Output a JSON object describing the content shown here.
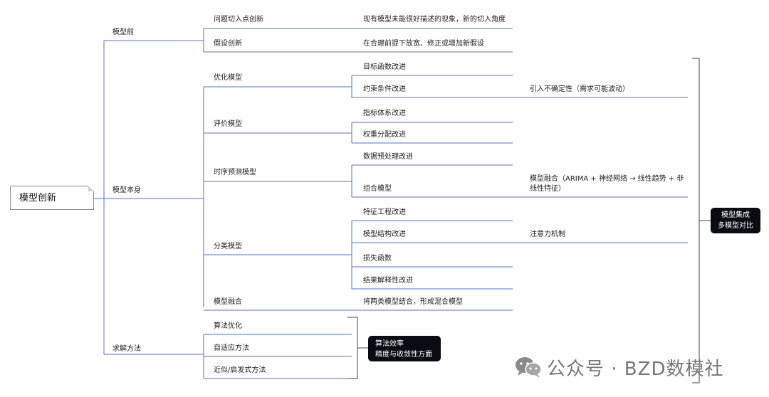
{
  "root": {
    "label": "模型创新"
  },
  "categories": {
    "before": "模型前",
    "self": "模型本身",
    "solving": "求解方法"
  },
  "before_items": [
    {
      "label": "问题切入点创新",
      "detail": "现有模型未能很好描述的现象，新的切入角度"
    },
    {
      "label": "假设创新",
      "detail": "在合理前提下放宽、修正或增加新假设"
    }
  ],
  "self_items": {
    "optimization": {
      "label": "优化模型",
      "children": [
        "目标函数改进",
        "约束条件改进"
      ],
      "note": "引入不确定性（需求可能波动）"
    },
    "evaluation": {
      "label": "评价模型",
      "children": [
        "指标体系改进",
        "权重分配改进"
      ]
    },
    "timeseries": {
      "label": "时序预测模型",
      "children": [
        "数据预处理改进",
        "组合模型"
      ],
      "note": "模型融合（ARIMA + 神经网络 → 线性趋势 + 非线性特征）"
    },
    "classification": {
      "label": "分类模型",
      "children": [
        "特征工程改进",
        "模型结构改进",
        "损失函数",
        "结果解释性改进"
      ],
      "note": "注意力机制"
    },
    "fusion": {
      "label": "模型融合",
      "detail": "将两类模型结合，形成混合模型"
    }
  },
  "solving_items": [
    "算法优化",
    "自适应方法",
    "近似/启发式方法"
  ],
  "solving_summary": {
    "line1": "算法效率",
    "line2": "精度与收敛性方面"
  },
  "right_summary": {
    "line1": "模型集成",
    "line2": "多模型对比"
  },
  "watermark": {
    "text": "公众号 · BZD数模社",
    "icon": "wechat-icon"
  },
  "colors": {
    "line": "#5b6fd6",
    "dark": "#0b0b14"
  }
}
